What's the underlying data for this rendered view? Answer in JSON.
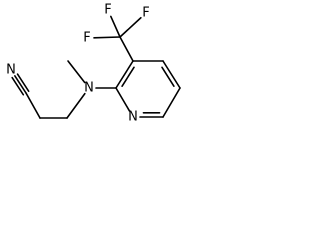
{
  "molecule": {
    "atoms": [
      {
        "id": "n_nitrile",
        "label": "N"
      },
      {
        "id": "c_nitrile",
        "label": ""
      },
      {
        "id": "c_ch2a",
        "label": ""
      },
      {
        "id": "c_ch2b",
        "label": ""
      },
      {
        "id": "n_amine",
        "label": "N"
      },
      {
        "id": "c_methyl",
        "label": ""
      },
      {
        "id": "c_py2",
        "label": ""
      },
      {
        "id": "c_py3",
        "label": ""
      },
      {
        "id": "c_py4",
        "label": ""
      },
      {
        "id": "c_py5",
        "label": ""
      },
      {
        "id": "c_py6",
        "label": ""
      },
      {
        "id": "n_py1",
        "label": "N"
      },
      {
        "id": "c_cf3",
        "label": ""
      },
      {
        "id": "f_1",
        "label": "F"
      },
      {
        "id": "f_2",
        "label": "F"
      },
      {
        "id": "f_3",
        "label": "F"
      }
    ],
    "bonds": [
      {
        "from": "n_nitrile",
        "to": "c_nitrile",
        "order": 3
      },
      {
        "from": "c_nitrile",
        "to": "c_ch2a",
        "order": 1
      },
      {
        "from": "c_ch2a",
        "to": "c_ch2b",
        "order": 1
      },
      {
        "from": "c_ch2b",
        "to": "n_amine",
        "order": 1
      },
      {
        "from": "n_amine",
        "to": "c_methyl",
        "order": 1
      },
      {
        "from": "n_amine",
        "to": "c_py2",
        "order": 1
      },
      {
        "from": "c_py2",
        "to": "c_py3",
        "order": 2
      },
      {
        "from": "c_py3",
        "to": "c_py4",
        "order": 1
      },
      {
        "from": "c_py4",
        "to": "c_py5",
        "order": 2
      },
      {
        "from": "c_py5",
        "to": "c_py6",
        "order": 1
      },
      {
        "from": "c_py6",
        "to": "n_py1",
        "order": 2
      },
      {
        "from": "n_py1",
        "to": "c_py2",
        "order": 1
      },
      {
        "from": "c_py3",
        "to": "c_cf3",
        "order": 1
      },
      {
        "from": "c_cf3",
        "to": "f_1",
        "order": 1
      },
      {
        "from": "c_cf3",
        "to": "f_2",
        "order": 1
      },
      {
        "from": "c_cf3",
        "to": "f_3",
        "order": 1
      }
    ]
  }
}
